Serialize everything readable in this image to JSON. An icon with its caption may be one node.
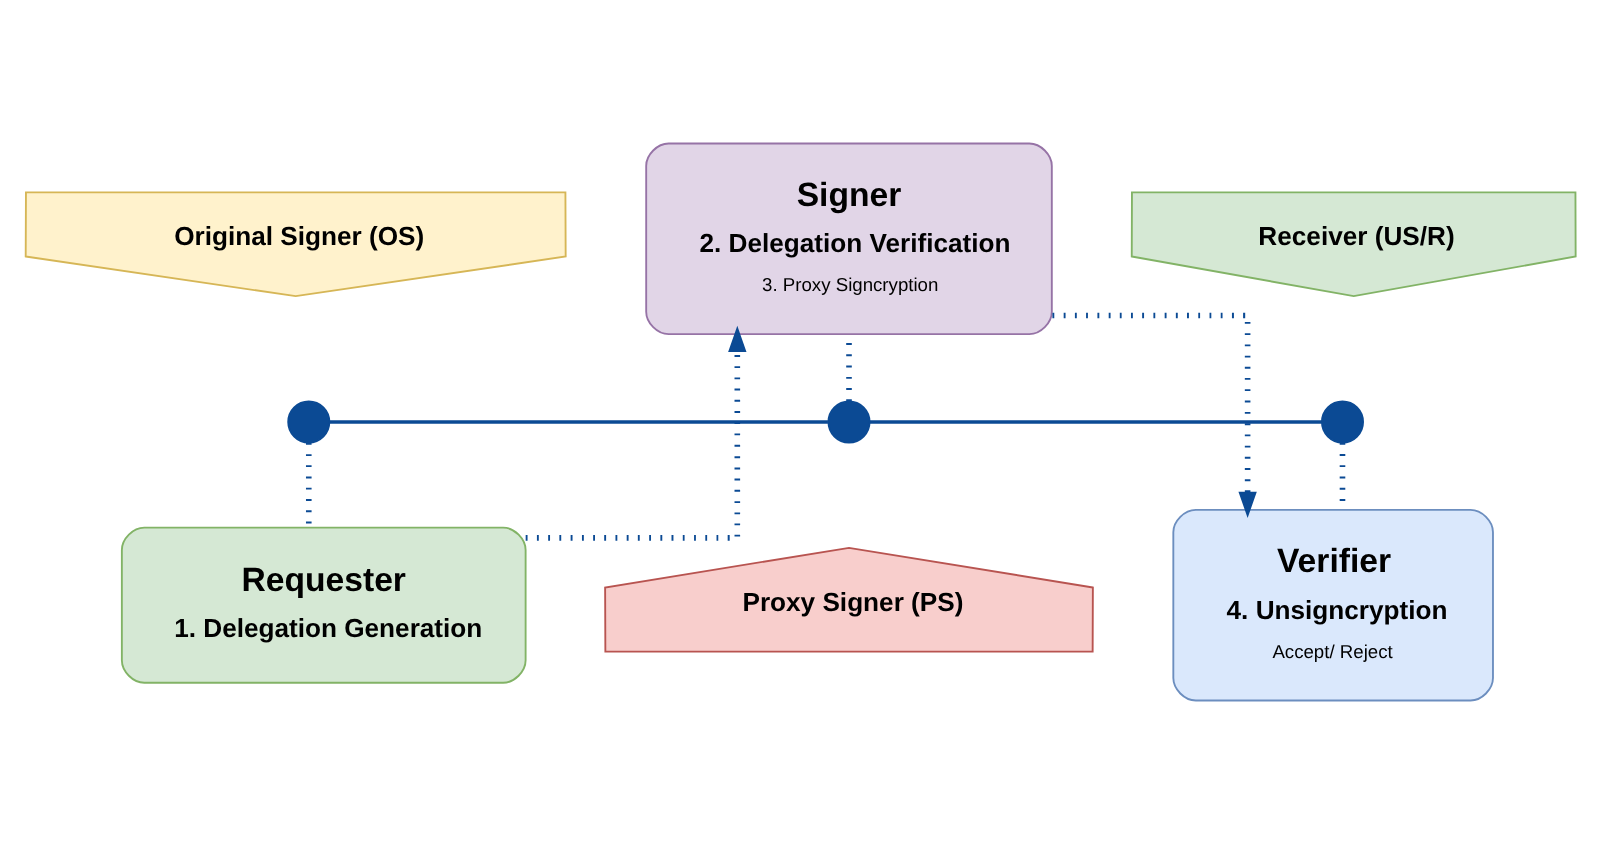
{
  "diagram": {
    "nodes": [
      {
        "text": [
          "Signer",
          "2. Delegation Verification",
          "3. Proxy Signcryption"
        ]
      },
      {
        "text": [
          "Original Signer (OS)"
        ]
      },
      {
        "text": [
          "Receiver (US/R)"
        ]
      },
      {
        "text": [],
        "shape": "circle"
      },
      {
        "text": [],
        "shape": "circle"
      },
      {
        "text": [],
        "shape": "circle"
      },
      {
        "text": [
          "Requester",
          "1. Delegation Generation"
        ]
      },
      {
        "text": [
          "Proxy Signer (PS)"
        ]
      },
      {
        "text": [
          "Verifier",
          "4. Unsigncryption",
          "Accept/ Reject"
        ]
      }
    ],
    "edges": [
      {
        "from": 3,
        "to": 4,
        "arrow": "none"
      },
      {
        "from": 4,
        "to": 5,
        "arrow": "none"
      },
      {
        "from": 3,
        "to": 6,
        "arrow": "none",
        "style": "dashed"
      },
      {
        "from": 4,
        "to": 0,
        "arrow": "none",
        "style": "dashed"
      },
      {
        "from": 5,
        "to": 8,
        "arrow": "none",
        "style": "dashed"
      },
      {
        "from": 6,
        "to": 0,
        "arrow": "to",
        "style": "dashed"
      },
      {
        "from": 0,
        "to": 8,
        "arrow": "to",
        "style": "dashed"
      }
    ]
  }
}
